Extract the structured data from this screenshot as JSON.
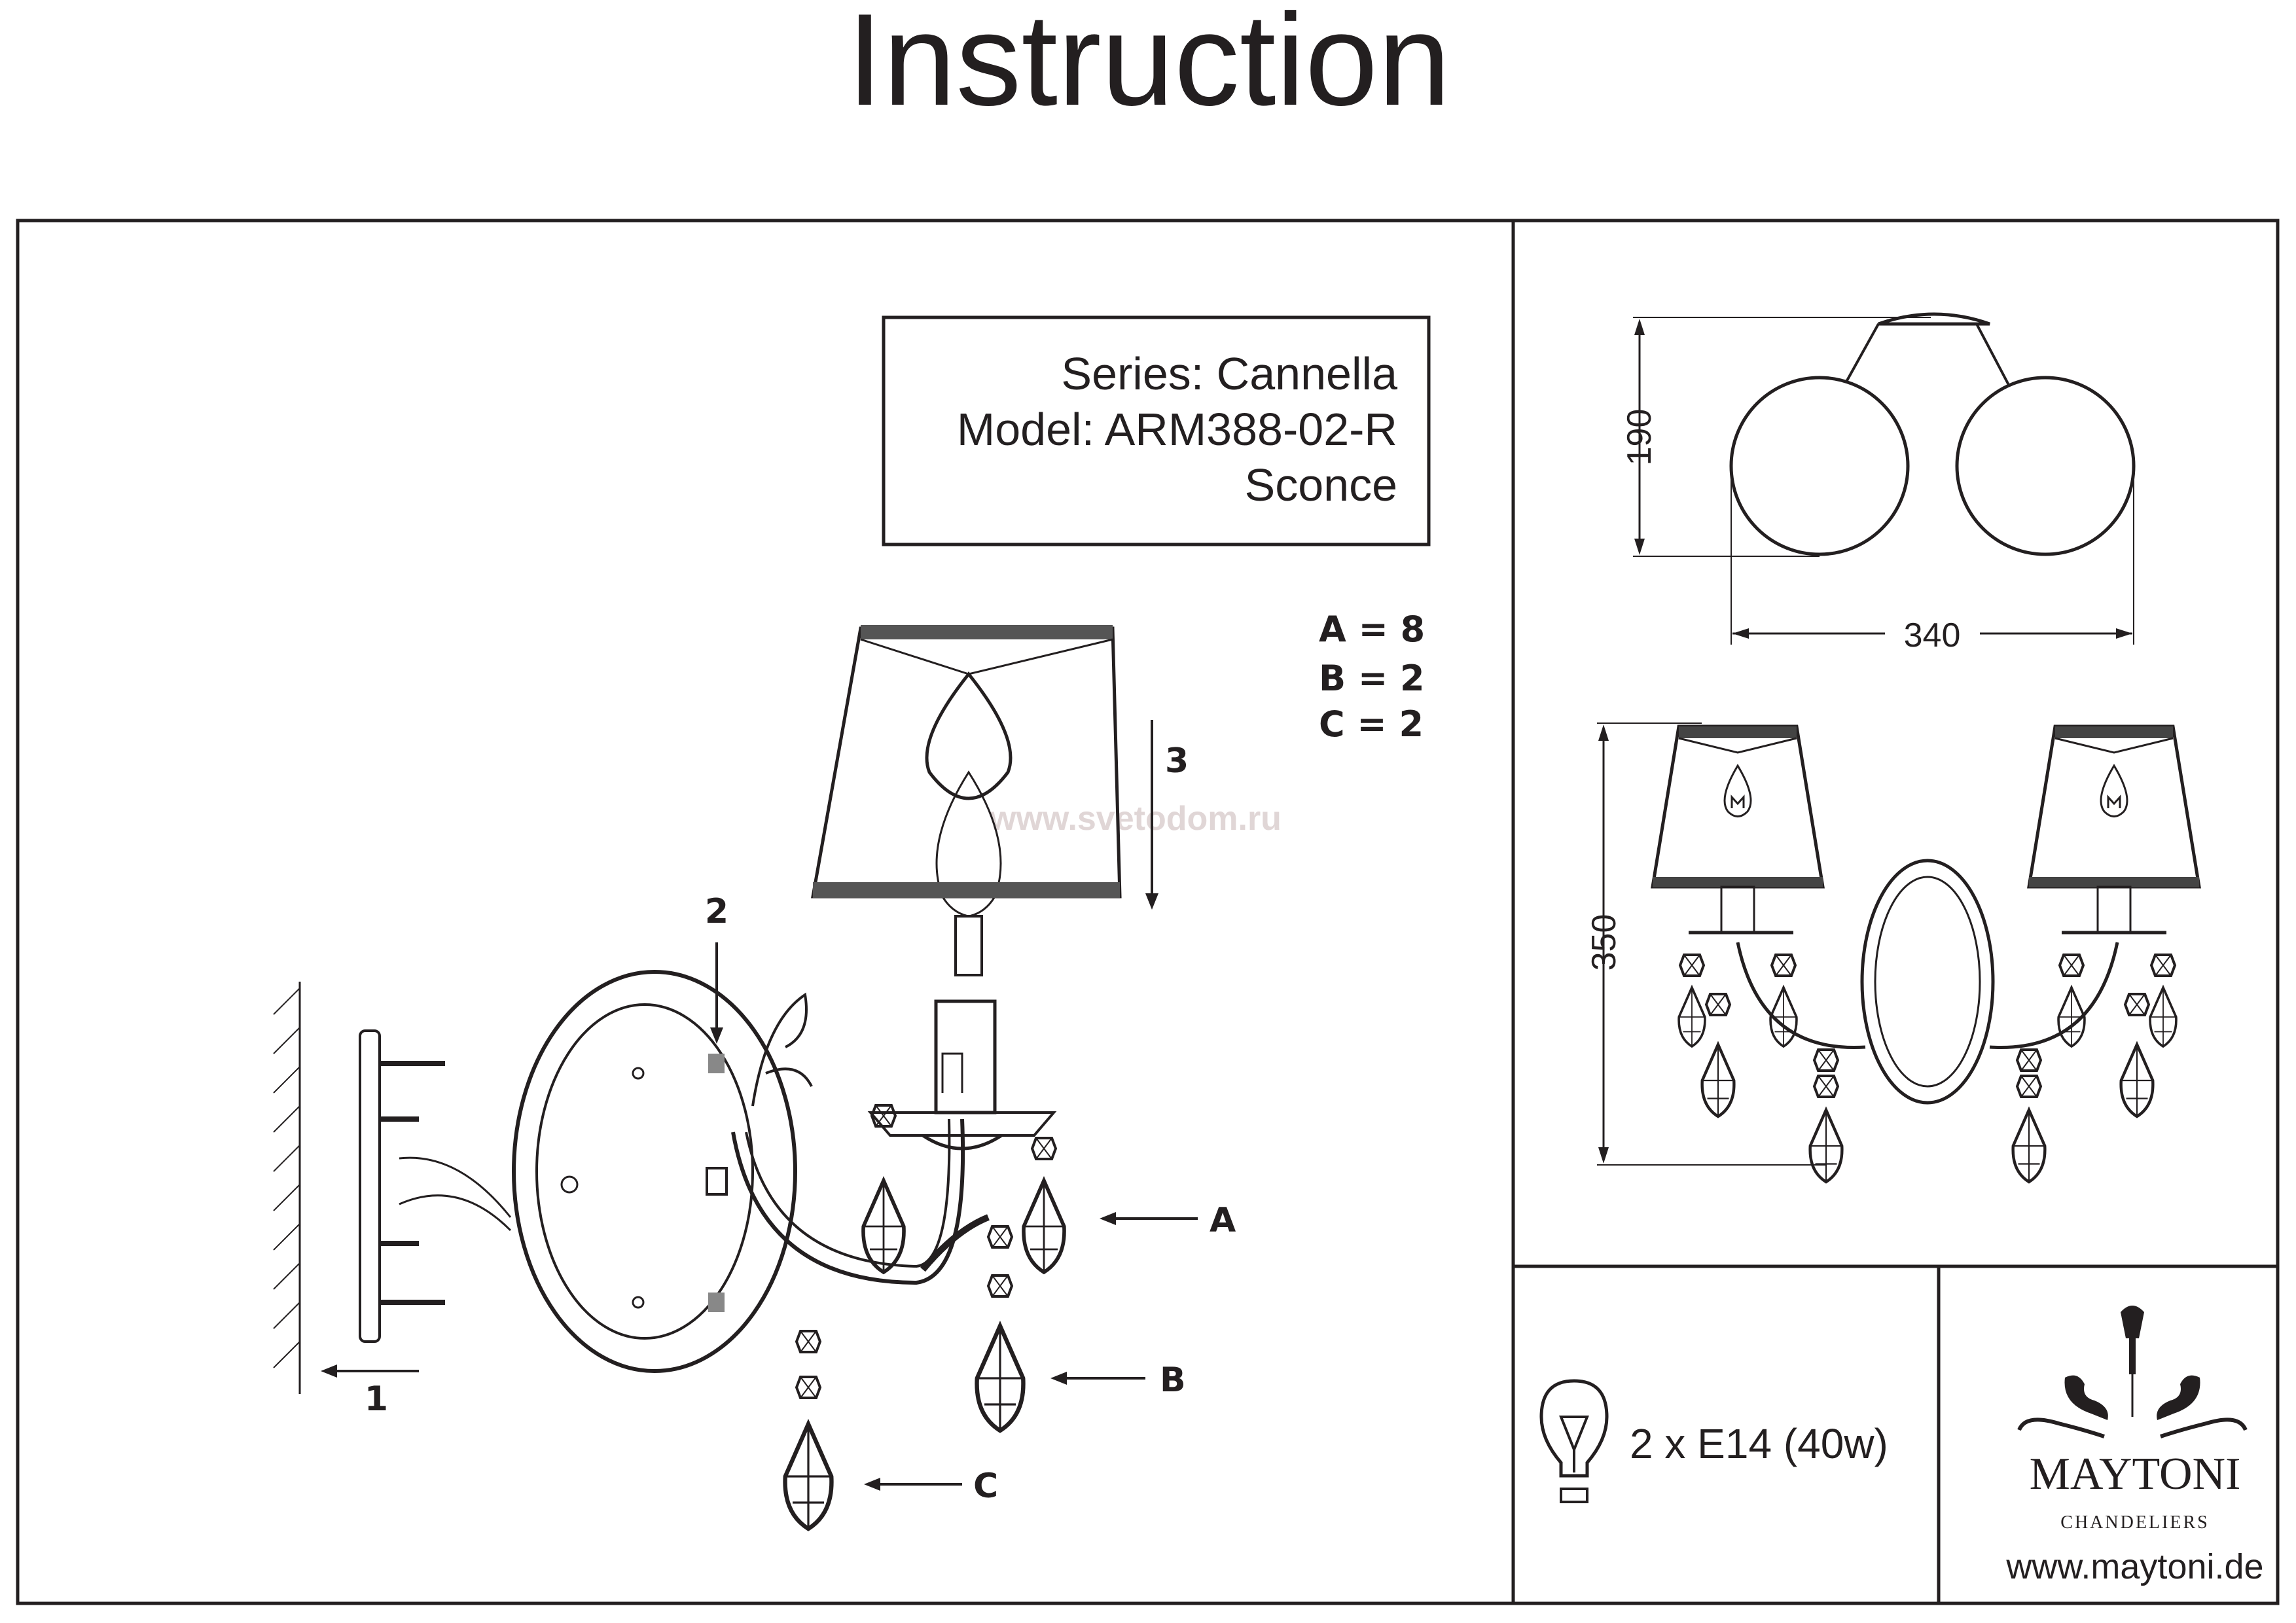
{
  "title": "Instruction",
  "info_box": {
    "series": "Series: Cannella",
    "model": "Model: ARM388-02-R",
    "type": "Sconce"
  },
  "parts": {
    "a": "A = 8",
    "b": "B = 2",
    "c": "C = 2"
  },
  "steps": {
    "s1": "1",
    "s2": "2",
    "s3": "3"
  },
  "callouts": {
    "a": "A",
    "b": "B",
    "c": "C"
  },
  "watermark": "www.svetodom.ru",
  "dimensions": {
    "height_top": "190",
    "width": "340",
    "height_front": "350"
  },
  "bulb_spec": "2 x E14 (40w)",
  "brand": {
    "name": "MAYTONI",
    "subtitle": "CHANDELIERS",
    "url": "www.maytoni.de"
  }
}
